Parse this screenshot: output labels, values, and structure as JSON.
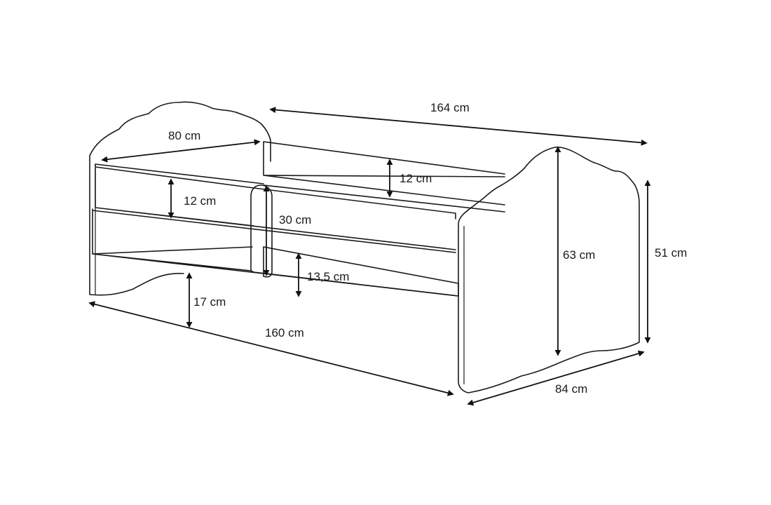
{
  "diagram": {
    "stroke_color": "#1a1a1a",
    "background": "#ffffff",
    "dimensions": {
      "overall_length": "164 cm",
      "mattress_width": "80 cm",
      "rail_height_back": "12 cm",
      "rail_height_front": "12 cm",
      "guard_height": "30 cm",
      "drawer_front_height": "13,5 cm",
      "floor_clearance": "17 cm",
      "mattress_length": "160 cm",
      "headboard_height": "63 cm",
      "footboard_height": "51 cm",
      "overall_width": "84 cm"
    }
  }
}
